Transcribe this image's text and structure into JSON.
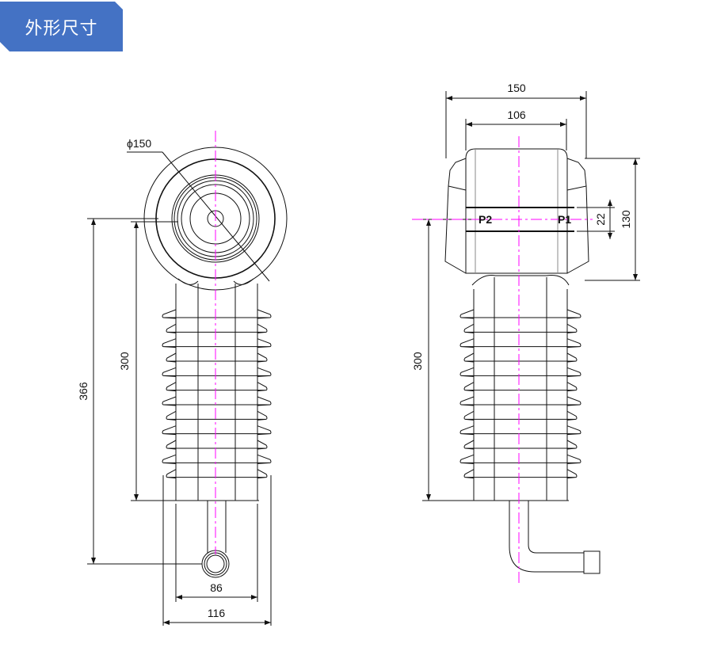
{
  "header": {
    "title": "外形尺寸"
  },
  "colors": {
    "accent": "#4472c4",
    "centerline": "#ff00ff",
    "line": "#111111"
  },
  "front_view": {
    "diameter_label": "ϕ150",
    "dim_total_height": "366",
    "dim_shed_height": "300",
    "dim_inner_width": "86",
    "dim_outer_width": "116"
  },
  "side_view": {
    "dim_top_outer": "150",
    "dim_top_inner": "106",
    "dim_head_height": "130",
    "dim_port_gap": "22",
    "dim_shed_height": "300",
    "port_left": "P2",
    "port_right": "P1"
  }
}
